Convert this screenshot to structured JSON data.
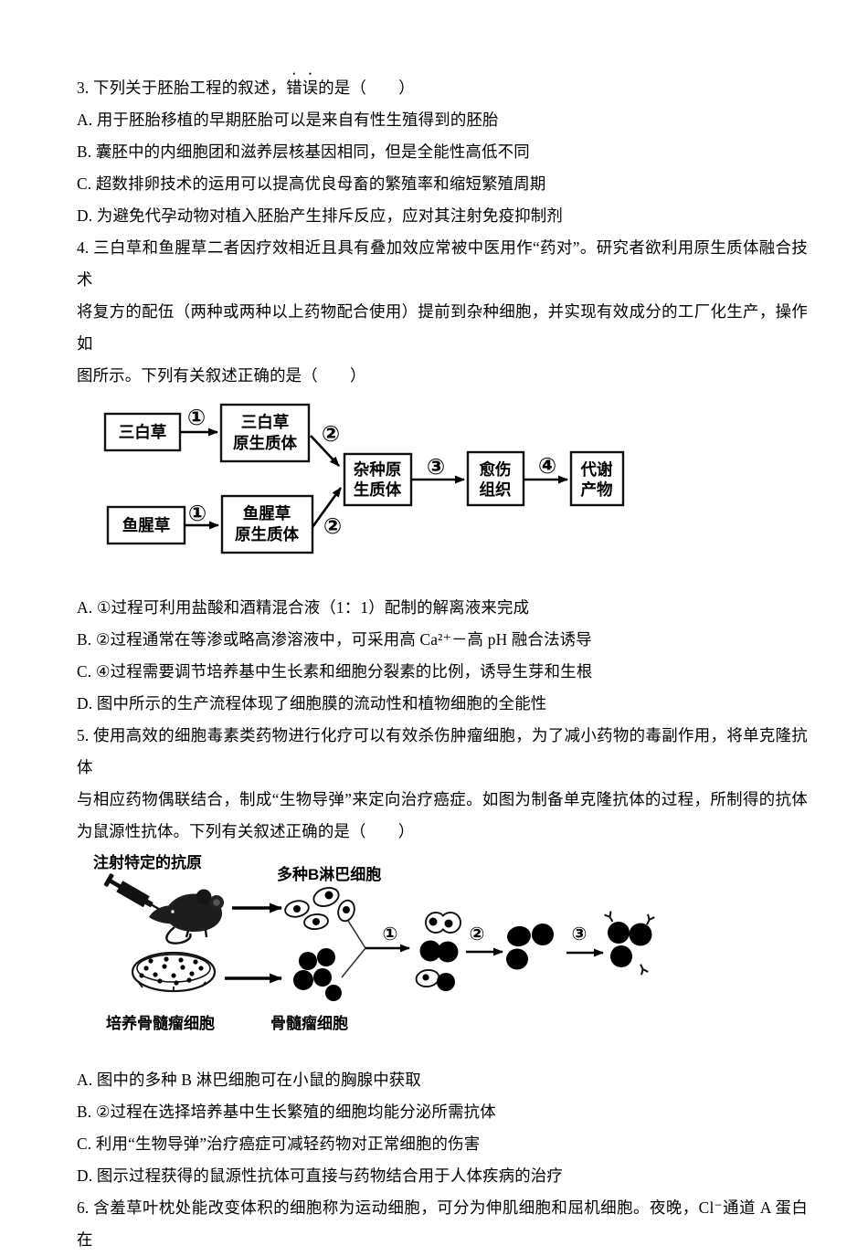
{
  "page": {
    "background_color": "#ffffff",
    "text_color": "#000000"
  },
  "q3": {
    "stem_prefix": "3. 下列关于胚胎工程的叙述，",
    "stem_emphasis": "错误",
    "stem_suffix": "的是（　　）",
    "options": [
      "A. 用于胚胎移植的早期胚胎可以是来自有性生殖得到的胚胎",
      "B. 囊胚中的内细胞团和滋养层核基因相同，但是全能性高低不同",
      "C. 超数排卵技术的运用可以提高优良母畜的繁殖率和缩短繁殖周期",
      "D. 为避免代孕动物对植入胚胎产生排斥反应，应对其注射免疫抑制剂"
    ]
  },
  "q4": {
    "stem_lines": [
      "4. 三白草和鱼腥草二者因疗效相近且具有叠加效应常被中医用作“药对”。研究者欲利用原生质体融合技术",
      "将复方的配伍（两种或两种以上药物配合使用）提前到杂种细胞，并实现有效成分的工厂化生产，操作如",
      "图所示。下列有关叙述正确的是（　　）"
    ],
    "flowchart": {
      "box_sanbaicao": "三白草",
      "box_sanbaicao_proto_l1": "三白草",
      "box_sanbaicao_proto_l2": "原生质体",
      "box_yuxingcao": "鱼腥草",
      "box_yuxingcao_proto_l1": "鱼腥草",
      "box_yuxingcao_proto_l2": "原生质体",
      "box_hybrid_l1": "杂种原",
      "box_hybrid_l2": "生质体",
      "box_callus_l1": "愈伤",
      "box_callus_l2": "组织",
      "box_product_l1": "代谢",
      "box_product_l2": "产物",
      "step1": "①",
      "step2": "②",
      "step3": "③",
      "step4": "④"
    },
    "options": [
      "A. ①过程可利用盐酸和酒精混合液（1：1）配制的解离液来完成",
      "B. ②过程通常在等渗或略高渗溶液中，可采用高 Ca²⁺－高 pH 融合法诱导",
      "C. ④过程需要调节培养基中生长素和细胞分裂素的比例，诱导生芽和生根",
      "D. 图中所示的生产流程体现了细胞膜的流动性和植物细胞的全能性"
    ]
  },
  "q5": {
    "stem_lines": [
      "5. 使用高效的细胞毒素类药物进行化疗可以有效杀伤肿瘤细胞，为了减小药物的毒副作用，将单克隆抗体",
      "与相应药物偶联结合，制成“生物导弹”来定向治疗癌症。如图为制备单克隆抗体的过程，所制得的抗体",
      "为鼠源性抗体。下列有关叙述正确的是（　　）"
    ],
    "diagram": {
      "label_antigen": "注射特定的抗原",
      "label_b_cells": "多种B淋巴细胞",
      "label_culture": "培养骨髓瘤细胞",
      "label_myeloma": "骨髓瘤细胞",
      "step1": "①",
      "step2": "②",
      "step3": "③"
    },
    "options": [
      "A. 图中的多种 B 淋巴细胞可在小鼠的胸腺中获取",
      "B. ②过程在选择培养基中生长繁殖的细胞均能分泌所需抗体",
      "C. 利用“生物导弹”治疗癌症可减轻药物对正常细胞的伤害",
      "D. 图示过程获得的鼠源性抗体可直接与药物结合用于人体疾病的治疗"
    ]
  },
  "q6": {
    "stem_line": "6. 含羞草叶枕处能改变体积的细胞称为运动细胞，可分为伸肌细胞和屈机细胞。夜晚，Cl⁻通道 A 蛋白在"
  }
}
